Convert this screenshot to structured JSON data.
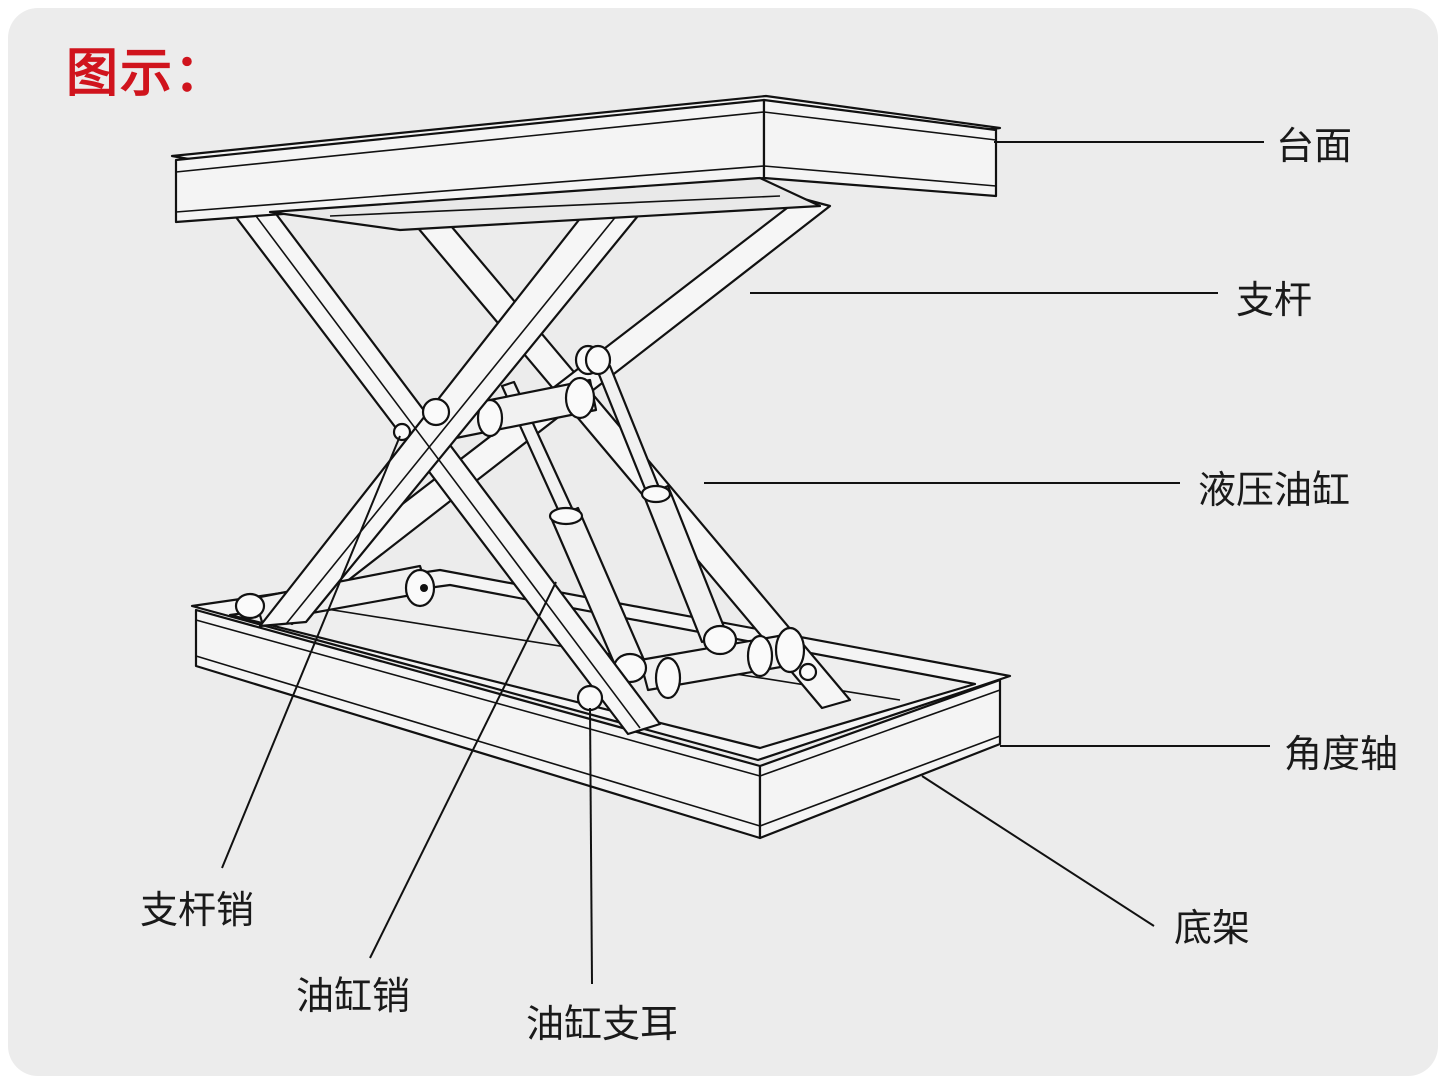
{
  "title": "图示：",
  "labels": {
    "table_top": "台面",
    "strut": "支杆",
    "hydraulic_cylinder": "液压油缸",
    "angle_shaft": "角度轴",
    "base_frame": "底架",
    "strut_pin": "支杆销",
    "cylinder_pin": "油缸销",
    "cylinder_lug": "油缸支耳"
  },
  "colors": {
    "title": "#d0141d",
    "background": "#ececec",
    "line": "#111111"
  }
}
